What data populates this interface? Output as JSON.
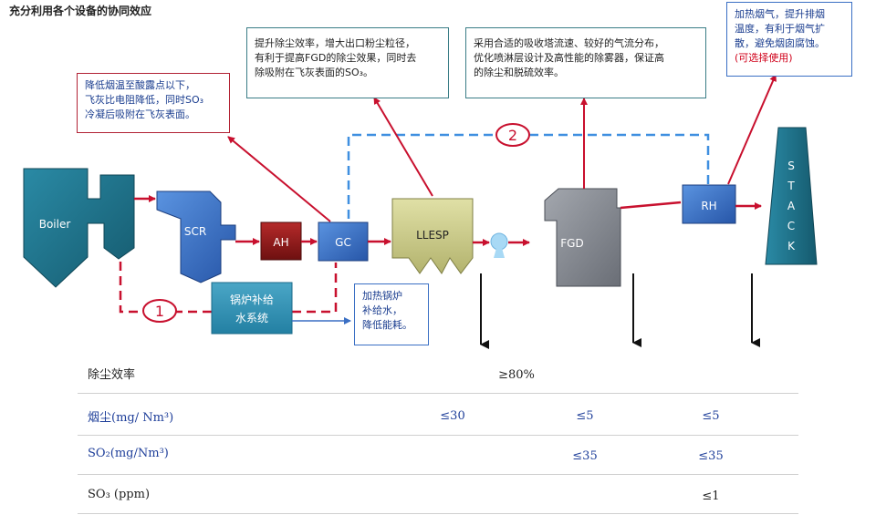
{
  "title": "充分利用各个设备的协同效应",
  "equipment": {
    "boiler": "Boiler",
    "scr": "SCR",
    "ah": "AH",
    "gc": "GC",
    "llesp": "LLESP",
    "fgd": "FGD",
    "rh": "RH",
    "stack": [
      "S",
      "T",
      "A",
      "C",
      "K"
    ],
    "feedwater": [
      "锅炉补给",
      "水系统"
    ]
  },
  "markers": [
    "1",
    "2"
  ],
  "notes": {
    "low_temp": [
      "降低烟温至酸露点以下，",
      "飞灰比电阻降低，同时SO₃",
      "冷凝后吸附在飞灰表面。"
    ],
    "esp_effect": [
      "提升除尘效率，增大出口粉尘粒径，",
      "有利于提高FGD的除尘效果，同时去",
      "除吸附在飞灰表面的SO₃。"
    ],
    "fgd_effect": [
      "采用合适的吸收塔流速、较好的气流分布，",
      "优化喷淋层设计及高性能的除雾器，保证高",
      "的除尘和脱硫效率。"
    ],
    "rh_effect": [
      "加热烟气，提升排烟",
      "温度，有利于烟气扩",
      "散，避免烟囱腐蚀。"
    ],
    "rh_optional": "(可选择使用)",
    "feedwater_effect": [
      "加热锅炉",
      "补给水，",
      "降低能耗。"
    ]
  },
  "table": {
    "rows": [
      {
        "label": "除尘效率",
        "llesp": "≥80%",
        "fgd": "",
        "stack": ""
      },
      {
        "label": "烟尘(mg/ Nm³)",
        "llesp": "≤30",
        "fgd": "≤5",
        "stack": "≤5"
      },
      {
        "label": "SO₂(mg/Nm³)",
        "llesp": "",
        "fgd": "≤35",
        "stack": "≤35"
      },
      {
        "label": "SO₃ (ppm)",
        "llesp": "",
        "fgd": "",
        "stack": "≤1"
      }
    ]
  },
  "colors": {
    "flow_arrow": "#c8102e",
    "dashed_blue": "#3f8fe0",
    "boiler": "#1d6f87",
    "scr": "#2f6bc4",
    "ah": "#8b1a1a",
    "gc": "#3a72c9",
    "llesp": "#c9c98a",
    "fgd": "#8a8e96",
    "rh": "#3a72c9",
    "stack": "#1d6f87",
    "feedwater": "#2f8fb0"
  }
}
